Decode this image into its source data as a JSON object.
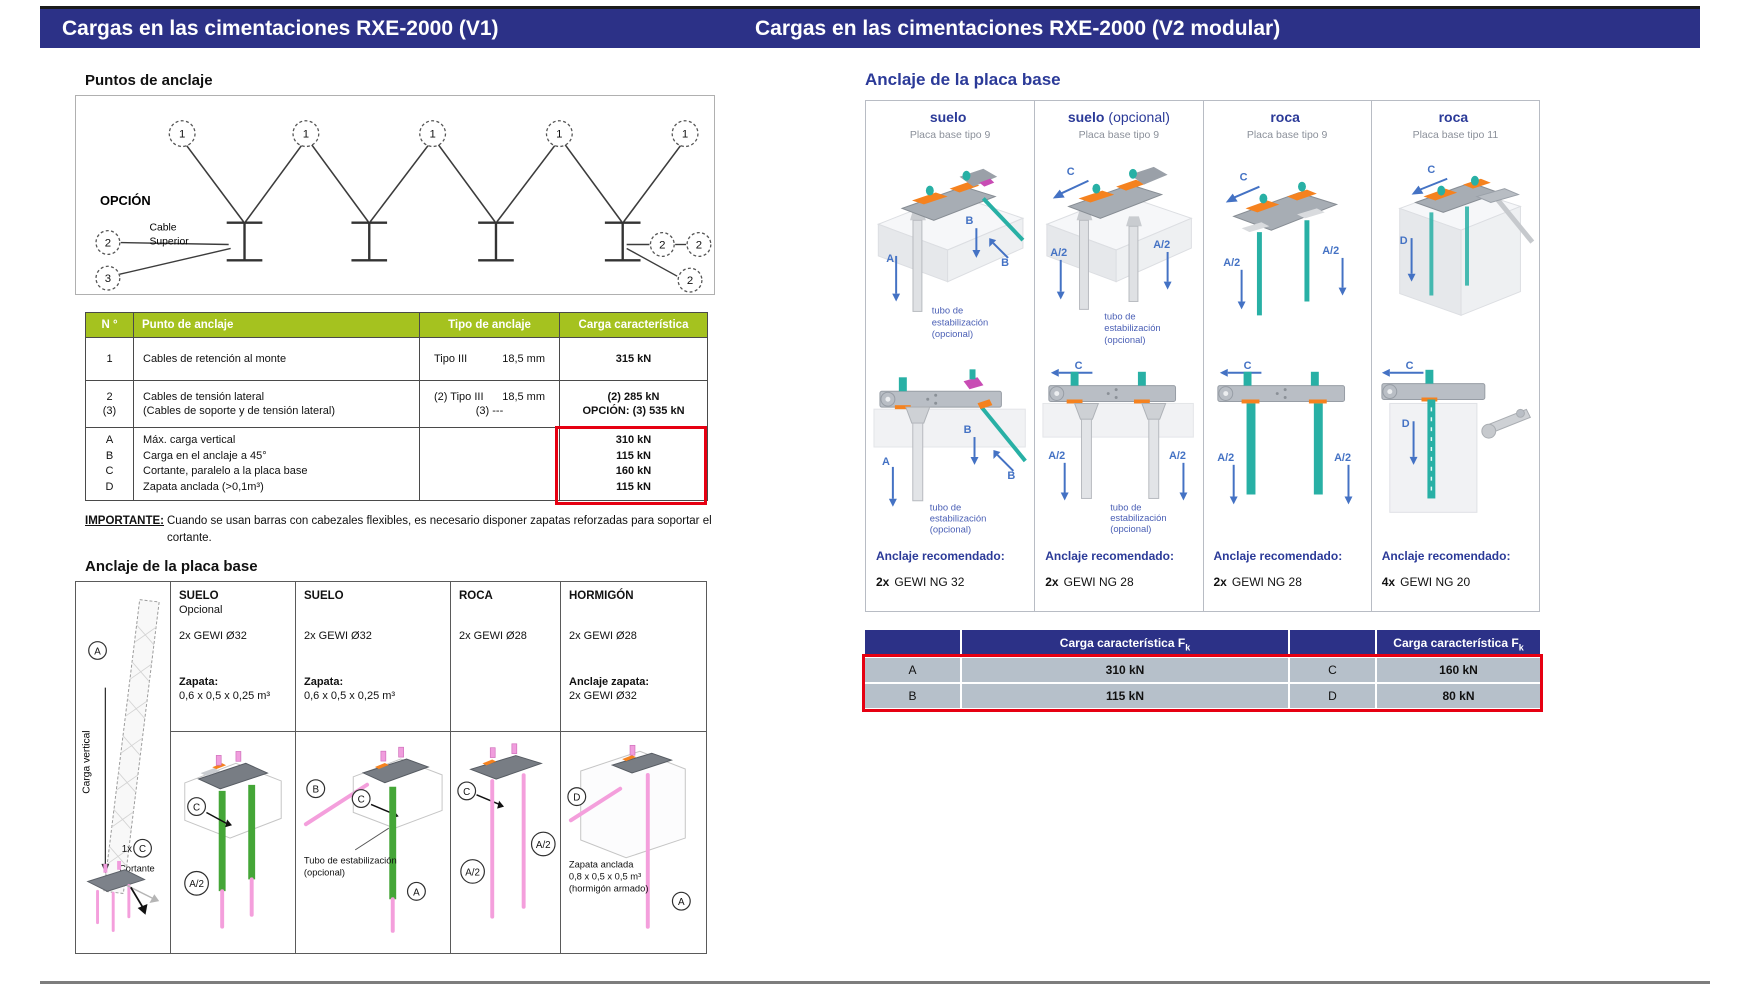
{
  "header": {
    "left_title": "Cargas en las cimentaciones RXE-2000 (V1)",
    "right_title": "Cargas en las cimentaciones RXE-2000 (V2 modular)"
  },
  "left": {
    "puntos_heading": "Puntos de anclaje",
    "diagram": {
      "n1": "1",
      "n2": "2",
      "n3": "3",
      "opcion": "OPCIÓN",
      "cable_line1": "Cable",
      "cable_line2": "Superior"
    },
    "table1": {
      "headers": [
        "N °",
        "Punto de anclaje",
        "Tipo de anclaje",
        "Carga característica"
      ],
      "row1": {
        "num": "1",
        "punto": "Cables de retención al monte",
        "tipo_a": "Tipo III",
        "tipo_b": "18,5 mm",
        "carga": "315 kN"
      },
      "row2": {
        "num_a": "2",
        "num_b": "(3)",
        "punto_a": "Cables de tensión lateral",
        "punto_b": "(Cables de soporte y de tensión lateral)",
        "tipo_a": "(2) Tipo III",
        "tipo_b": "18,5 mm",
        "tipo_c": "(3) ---",
        "carga_a": "(2) 285 kN",
        "carga_b": "OPCIÓN: (3) 535 kN"
      },
      "row3": {
        "nums": [
          "A",
          "B",
          "C",
          "D"
        ],
        "puntos": [
          "Máx. carga vertical",
          "Carga en el anclaje a 45°",
          "Cortante, paralelo a la placa base",
          "Zapata anclada (>0,1m³)"
        ],
        "cargas": [
          "310 kN",
          "115 kN",
          "160 kN",
          "115 kN"
        ]
      }
    },
    "importante_label": "IMPORTANTE:",
    "importante_text": "Cuando se usan barras con cabezales flexibles, es necesario disponer zapatas reforzadas para soportar el cortante.",
    "anclaje_heading": "Anclaje de la placa base",
    "table2": {
      "col_suelo1": {
        "title": "SUELO",
        "sub": "Opcional",
        "gewi": "2x GEWI Ø32",
        "zapata_label": "Zapata:",
        "zapata_value": "0,6 x 0,5 x 0,25 m³"
      },
      "col_suelo2": {
        "title": "SUELO",
        "gewi": "2x GEWI Ø32",
        "zapata_label": "Zapata:",
        "zapata_value": "0,6 x 0,5 x 0,25 m³"
      },
      "col_roca": {
        "title": "ROCA",
        "gewi": "2x GEWI Ø28"
      },
      "col_hormigon": {
        "title": "HORMIGÓN",
        "gewi": "2x GEWI Ø28",
        "zapata_label": "Anclaje zapata:",
        "zapata_value": "2x GEWI Ø32"
      },
      "mast": {
        "a": "A",
        "carga_vertical": "Carga vertical",
        "one_x": "1x",
        "c": "C",
        "cortante": "Cortante"
      },
      "diag": {
        "a": "A",
        "b": "B",
        "c": "C",
        "d": "D",
        "a2": "A/2",
        "tubo1": "Tubo de estabilización",
        "tubo2": "(opcional)",
        "zap1": "Zapata anclada",
        "zap2": "0,8 x 0,5 x 0,5 m³",
        "zap3": "(hormigón armado)"
      }
    }
  },
  "right": {
    "heading": "Anclaje de la placa base",
    "columns": [
      {
        "title": "suelo",
        "suffix": "",
        "subtitle": "Placa base tipo 9",
        "rec_label": "Anclaje recomendado:",
        "rec_qty": "2x",
        "rec_item": "GEWI NG 32"
      },
      {
        "title": "suelo",
        "suffix": "(opcional)",
        "subtitle": "Placa base tipo 9",
        "rec_label": "Anclaje recomendado:",
        "rec_qty": "2x",
        "rec_item": "GEWI NG 28"
      },
      {
        "title": "roca",
        "suffix": "",
        "subtitle": "Placa base tipo 9",
        "rec_label": "Anclaje recomendado:",
        "rec_qty": "2x",
        "rec_item": "GEWI NG 28"
      },
      {
        "title": "roca",
        "suffix": "",
        "subtitle": "Placa base tipo 11",
        "rec_label": "Anclaje recomendado:",
        "rec_qty": "4x",
        "rec_item": "GEWI NG 20"
      }
    ],
    "labels": {
      "a": "A",
      "b": "B",
      "c": "C",
      "d": "D",
      "a2": "A/2",
      "tubo1": "tubo de",
      "tubo2": "estabilización",
      "tubo3": "(opcional)"
    },
    "table": {
      "header_label": "Carga característica F",
      "header_sub": "k",
      "rows": [
        {
          "k1": "A",
          "v1": "310 kN",
          "k2": "C",
          "v2": "160 kN"
        },
        {
          "k1": "B",
          "v1": "115 kN",
          "k2": "D",
          "v2": "80 kN"
        }
      ]
    }
  },
  "colors": {
    "navy": "#2c3187",
    "green_header": "#a5c21f",
    "red_highlight": "#e60012",
    "blue_text": "#2b3a98",
    "arrow_blue": "#4472c4",
    "row_gray": "#b6c0ca"
  }
}
